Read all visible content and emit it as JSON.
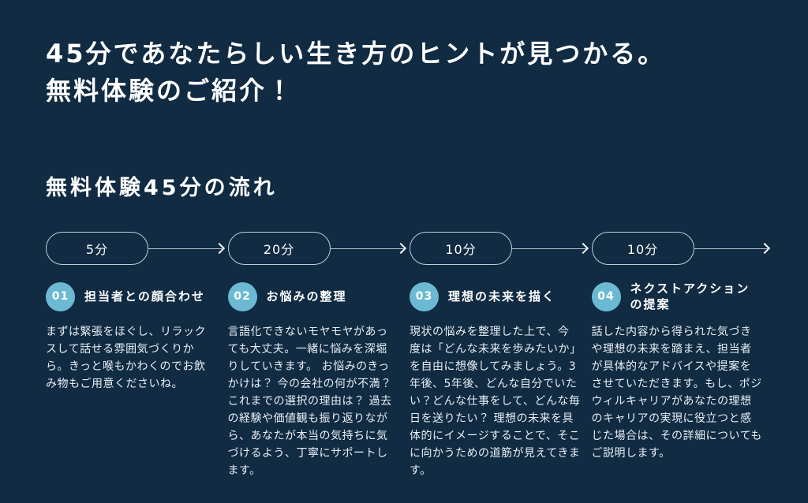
{
  "theme": {
    "bg": "#102b42",
    "accent": "#6cb9d4",
    "text": "#ffffff",
    "body_text": "#e9eff5",
    "pill_border": "#c2cedb",
    "arrow_line": "#b6c3d0",
    "arrow_head": "#f2f6fa"
  },
  "hero": {
    "title_line1": "45分であなたらしい生き方のヒントが見つかる。",
    "title_line2": "無料体験のご紹介！"
  },
  "flow": {
    "heading": "無料体験45分の流れ",
    "steps": [
      {
        "duration": "5分",
        "number": "01",
        "title": "担当者との顔合わせ",
        "body": "まずは緊張をほぐし、リラックスして話せる雰囲気づくりから。きっと喉もかわくのでお飲み物もご用意くださいね。"
      },
      {
        "duration": "20分",
        "number": "02",
        "title": "お悩みの整理",
        "body": "言語化できないモヤモヤがあっても大丈夫。一緒に悩みを深堀りしていきます。 お悩みのきっかけは？ 今の会社の何が不満？ これまでの選択の理由は？ 過去の経験や価値観も振り返りながら、あなたが本当の気持ちに気づけるよう、丁寧にサポートします。"
      },
      {
        "duration": "10分",
        "number": "03",
        "title": "理想の未来を描く",
        "body": "現状の悩みを整理した上で、今度は「どんな未来を歩みたいか」を自由に想像してみましょう。3年後、5年後、どんな自分でいたい？どんな仕事をして、どんな毎日を送りたい？ 理想の未来を具体的にイメージすることで、そこに向かうための道筋が見えてきます。"
      },
      {
        "duration": "10分",
        "number": "04",
        "title": "ネクストアクションの提案",
        "body": "話した内容から得られた気づきや理想の未来を踏まえ、担当者が具体的なアドバイスや提案をさせていただきます。もし、ポジウィルキャリアがあなたの理想のキャリアの実現に役立つと感じた場合は、その詳細についてもご説明します。"
      }
    ]
  }
}
